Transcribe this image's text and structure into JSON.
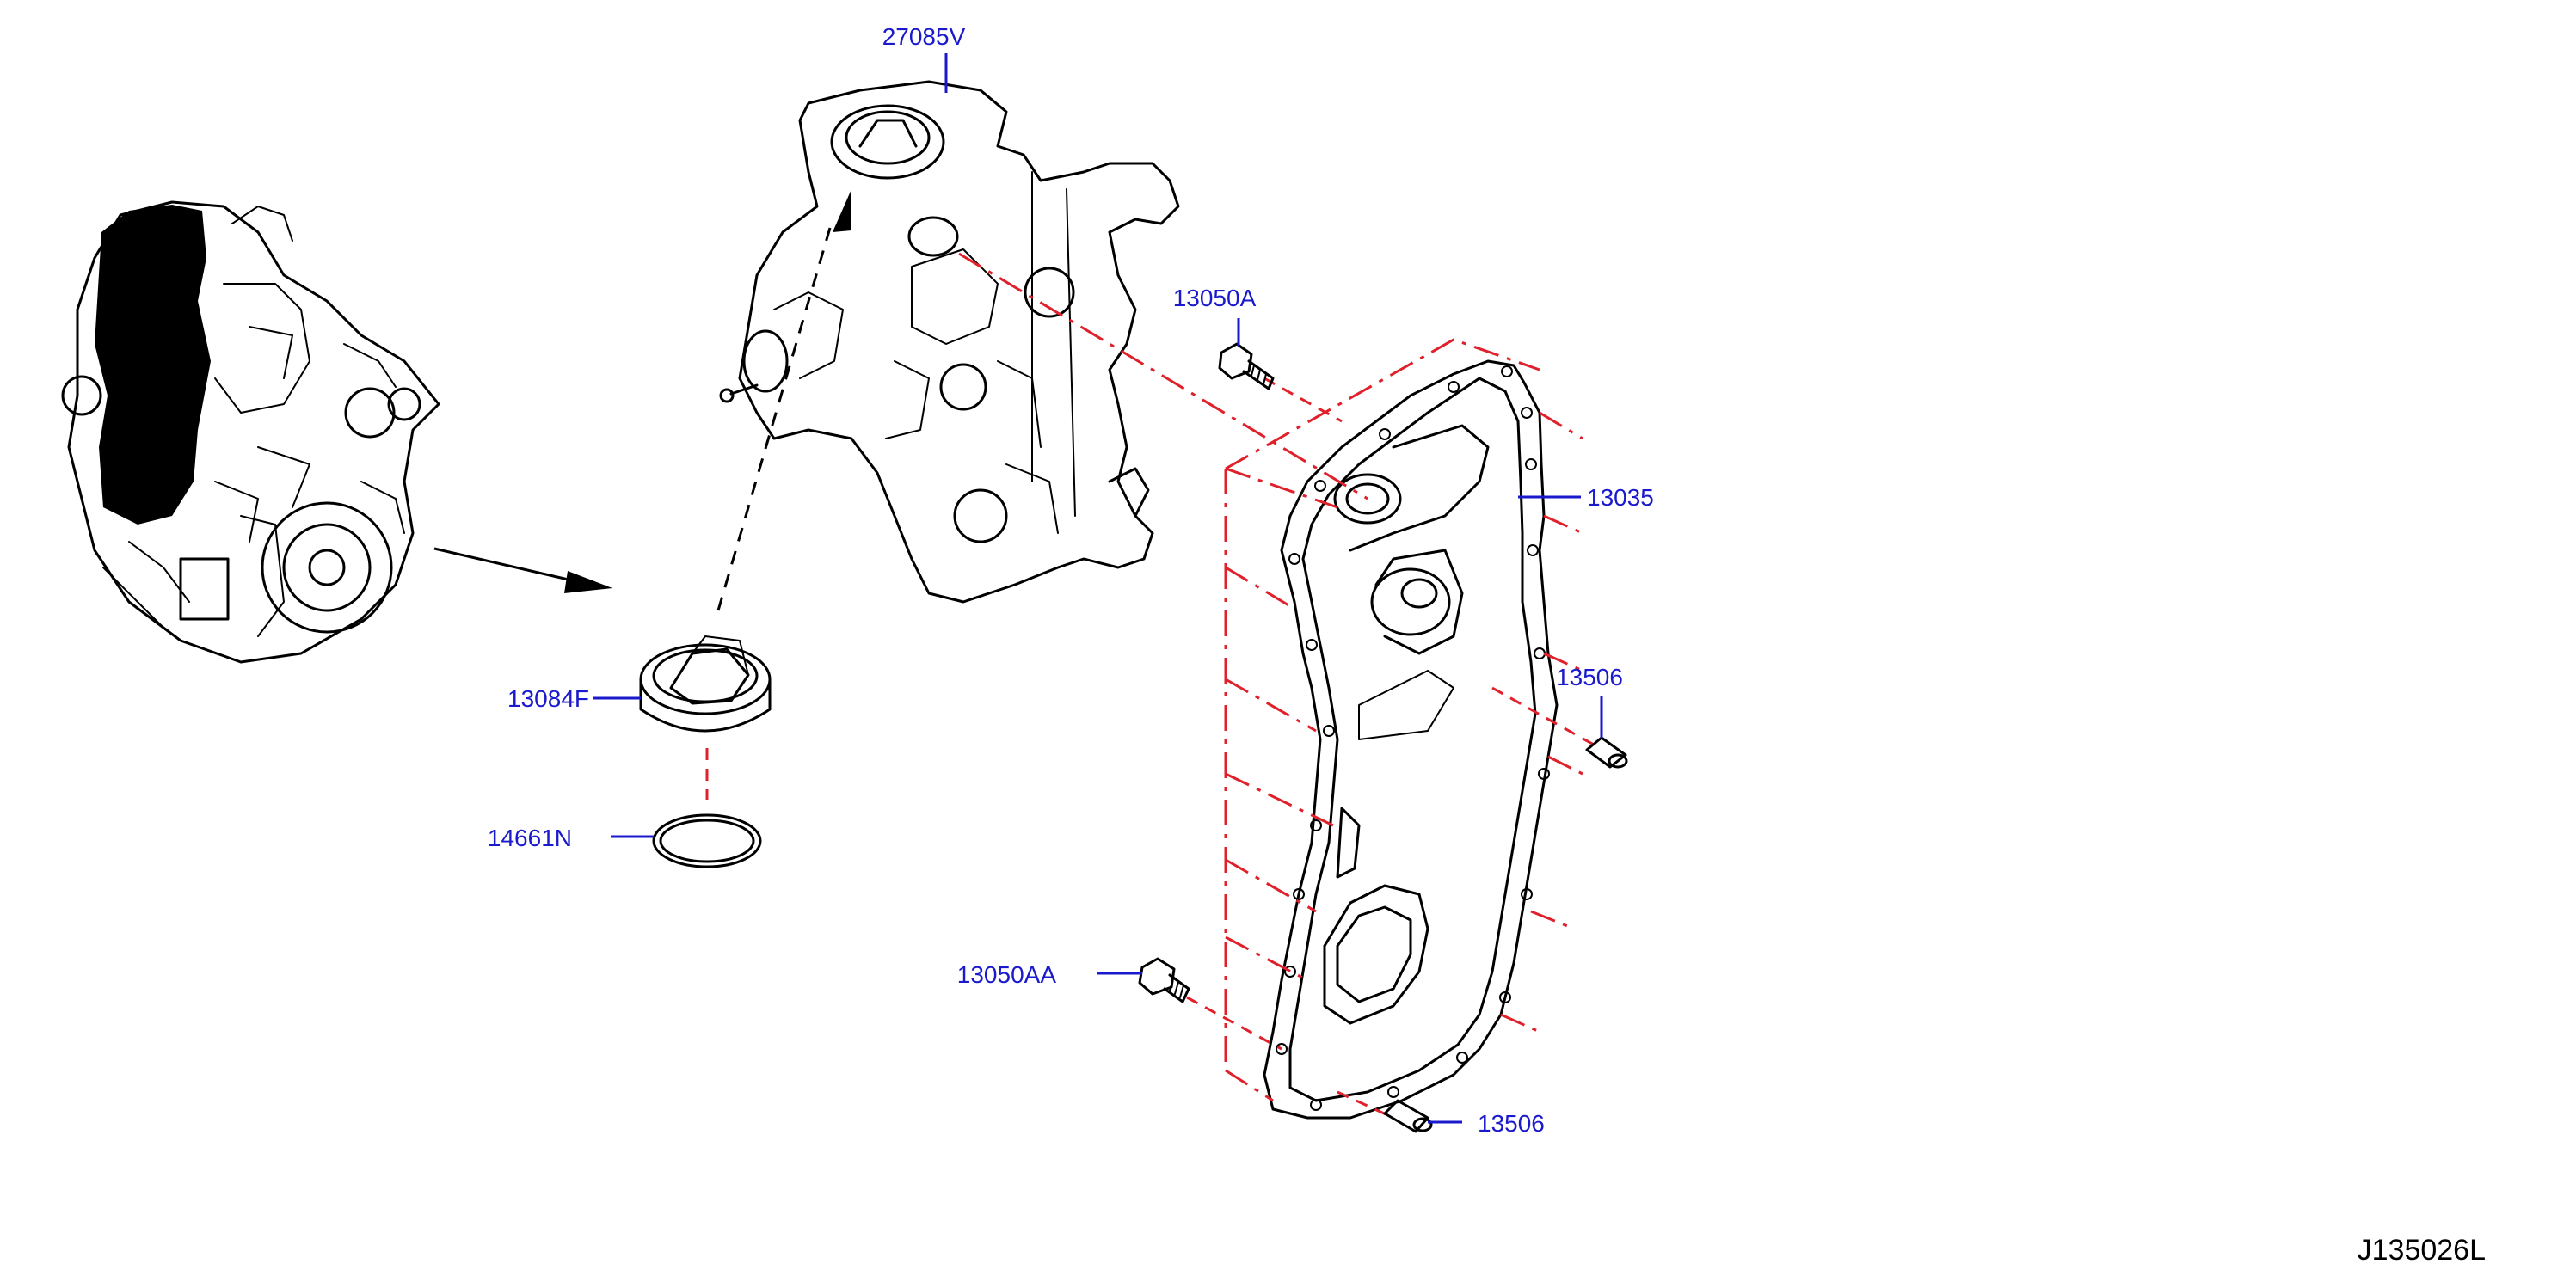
{
  "diagram_id": "J135026L",
  "colors": {
    "callout_text": "#1a1acc",
    "leader_line": "#1a1acc",
    "phantom_line": "#e0202a",
    "ink": "#000000",
    "background": "#ffffff"
  },
  "parts": [
    {
      "id": "p_27085v",
      "label": "27085V",
      "name": "oil-filler-housing"
    },
    {
      "id": "p_13050a",
      "label": "13050A",
      "name": "upper-bolt"
    },
    {
      "id": "p_13035",
      "label": "13035",
      "name": "front-cover-gasket"
    },
    {
      "id": "p_13506_upper",
      "label": "13506",
      "name": "upper-dowel-pin"
    },
    {
      "id": "p_13084f",
      "label": "13084F",
      "name": "oil-filler-cap"
    },
    {
      "id": "p_14661n",
      "label": "14661N",
      "name": "o-ring-seal"
    },
    {
      "id": "p_13050aa",
      "label": "13050AA",
      "name": "lower-bolt"
    },
    {
      "id": "p_13506_lower",
      "label": "13506",
      "name": "lower-dowel-pin"
    }
  ]
}
